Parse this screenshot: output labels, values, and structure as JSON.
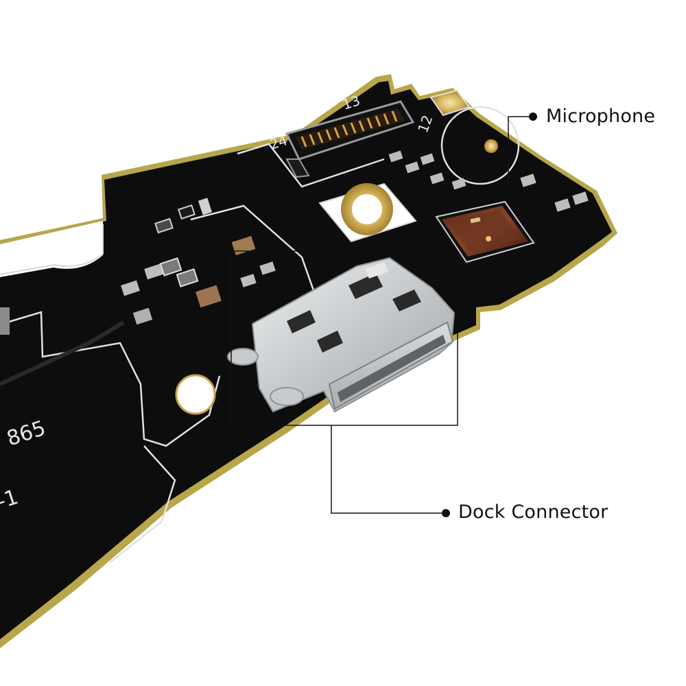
{
  "callouts": {
    "microphone": "Microphone",
    "dock_connector": "Dock Connector"
  },
  "board_markings": {
    "pin_24": "24",
    "pin_13": "13",
    "pin_12": "12",
    "part_fragment": "865",
    "rev_fragment": "-1"
  },
  "colors": {
    "pcb": "#0d0d0d",
    "pcb_edge": "#b8a64a",
    "silkscreen": "#e8e8e8",
    "gold_pad": "#c9a24a",
    "connector_metal": "#cfd2d4",
    "mic_body": "#7a3a22",
    "callout_line": "#111111"
  }
}
